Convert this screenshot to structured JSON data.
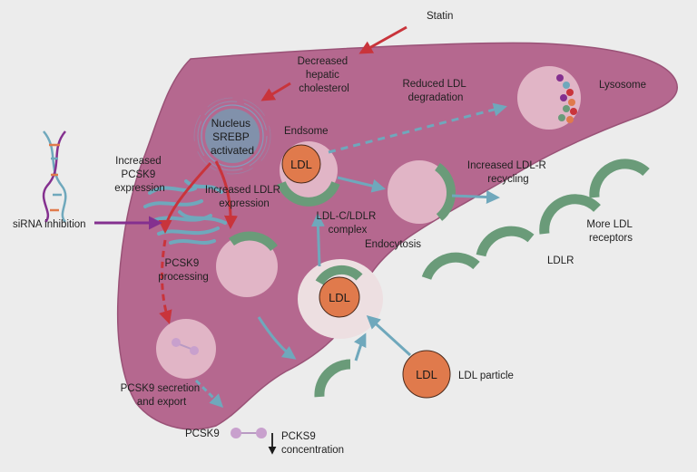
{
  "labels": {
    "statin": "Statin",
    "decreased_cholesterol": [
      "Decreased",
      "hepatic",
      "cholesterol"
    ],
    "reduced_ldl_degradation": [
      "Reduced LDL",
      "degradation"
    ],
    "lysosome": "Lysosome",
    "nucleus": [
      "Nucleus",
      "SREBP",
      "activated"
    ],
    "endosome": "Endsome",
    "increased_pcsk9": [
      "Increased",
      "PCSK9",
      "expression"
    ],
    "increased_ldlr": [
      "Increased LDLR",
      "expression"
    ],
    "increased_ldlr_recycling": [
      "Increased LDL-R",
      "recycling"
    ],
    "sirna": "siRNA inhibition",
    "complex": [
      "LDL-C/LDLR",
      "complex"
    ],
    "endocytosis": "Endocytosis",
    "more_ldl_receptors": [
      "More LDL",
      "receptors"
    ],
    "pcsk9_processing": [
      "PCSK9",
      "processing"
    ],
    "ldlr": "LDLR",
    "ldl_particle": "LDL particle",
    "pcsk9_secretion": [
      "PCSK9 secretion",
      "and export"
    ],
    "pcsk9": "PCSK9",
    "pcks9_concentration": [
      "PCKS9",
      "concentration"
    ],
    "ldl_in_circle": "LDL"
  },
  "colors": {
    "background": "#ececec",
    "liver": "#b5688f",
    "liver_edge": "#8e4a6c",
    "vesicle": "#e1b5c6",
    "nucleus": "#8191ab",
    "ldl": "#e07a4c",
    "ldlr_green": "#6a9b79",
    "teal_arrow": "#6fa8bc",
    "red_arrow": "#c9343b",
    "purple_arrow": "#84308f",
    "pcsk9_dot": "#c8a0cd"
  }
}
